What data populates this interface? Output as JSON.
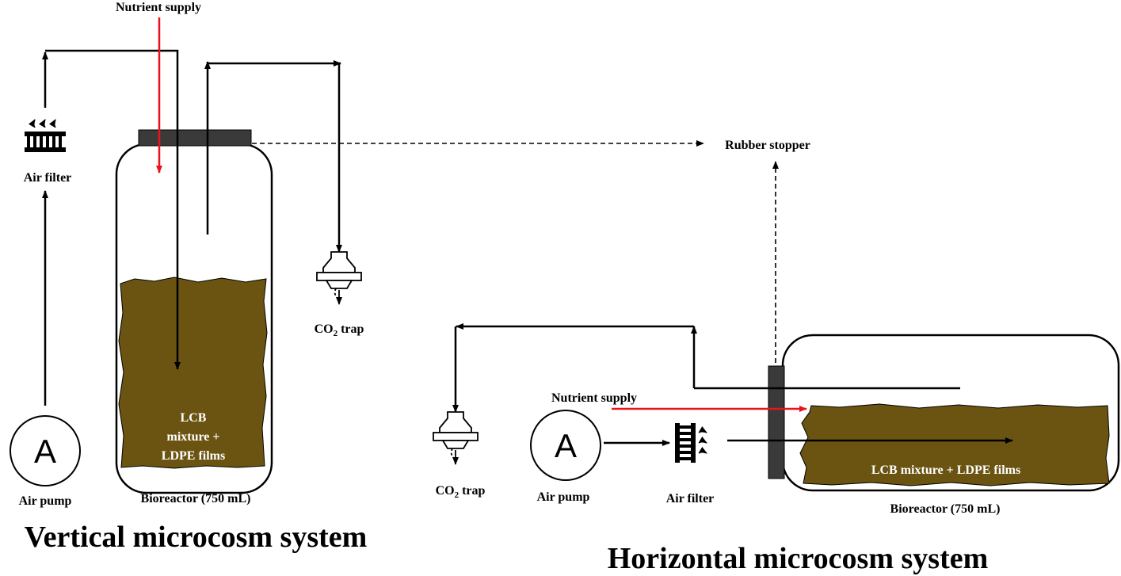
{
  "vertical": {
    "nutrient_supply": "Nutrient supply",
    "air_filter": "Air filter",
    "pump_symbol": "A",
    "air_pump": "Air pump",
    "mixture_line1": "LCB",
    "mixture_line2": "mixture +",
    "mixture_line3": "LDPE films",
    "bioreactor": "Bioreactor (750 mL)",
    "co2_trap_prefix": "CO",
    "co2_trap_sub": "2",
    "co2_trap_suffix": " trap",
    "title": "Vertical microcosm system"
  },
  "rubber_stopper": "Rubber stopper",
  "horizontal": {
    "nutrient_supply": "Nutrient supply",
    "pump_symbol": "A",
    "air_pump": "Air pump",
    "air_filter": "Air filter",
    "mixture": "LCB mixture + LDPE films",
    "bioreactor": "Bioreactor (750 mL)",
    "co2_trap_prefix": "CO",
    "co2_trap_sub": "2",
    "co2_trap_suffix": " trap",
    "title": "Horizontal microcosm system"
  },
  "colors": {
    "line": "#000000",
    "nutrient_arrow": "#e8141a",
    "stopper": "#3a3a3a",
    "mixture": "#6b5411"
  }
}
